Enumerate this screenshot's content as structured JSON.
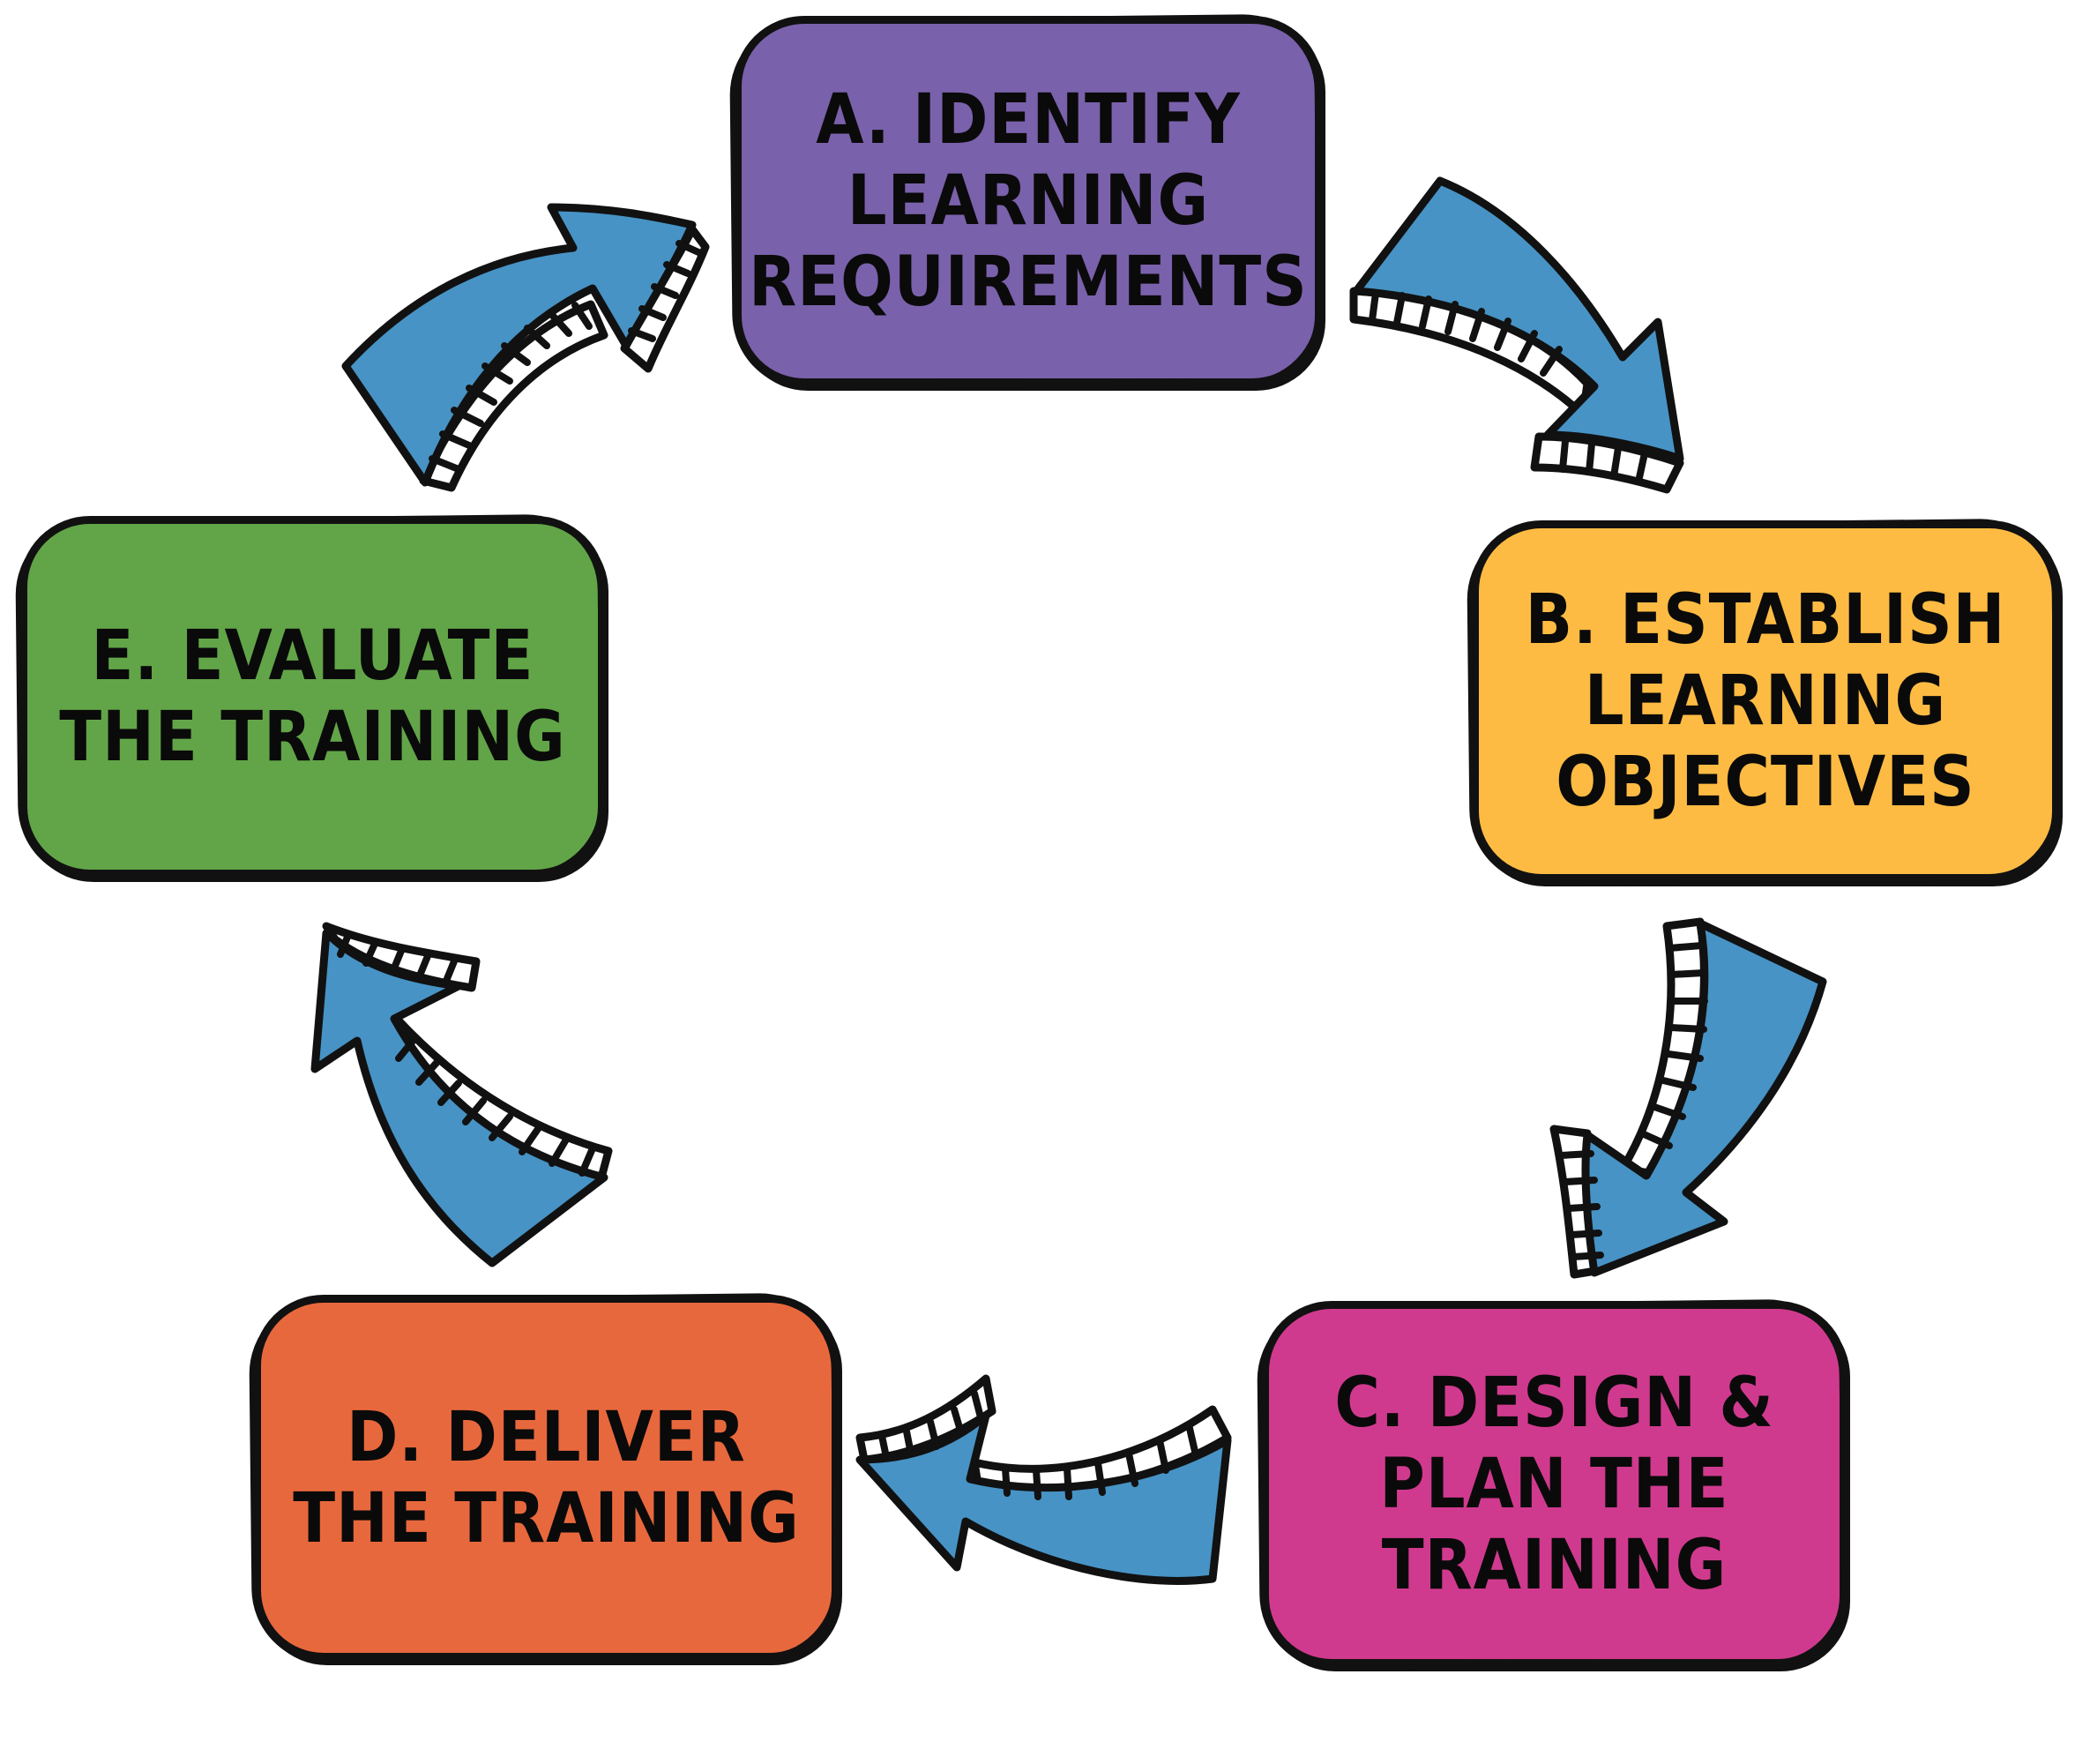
{
  "diagram": {
    "type": "cycle",
    "title": "",
    "steps": [
      {
        "id": "A",
        "label": "A. Identify\nLearning\nRequirements",
        "color": "#7a61ab"
      },
      {
        "id": "B",
        "label": "B. Establish\nLearning\nObjectives",
        "color": "#fdbb43"
      },
      {
        "id": "C",
        "label": "C. Design &\nPlan the\nTraining",
        "color": "#d03a8e"
      },
      {
        "id": "D",
        "label": "D. Deliver\nthe Training",
        "color": "#e8683d"
      },
      {
        "id": "E",
        "label": "E. Evaluate\nthe Training",
        "color": "#62a548"
      }
    ],
    "connectors": [
      {
        "from": "A",
        "to": "B",
        "icon": "curved-arrow-icon"
      },
      {
        "from": "B",
        "to": "C",
        "icon": "curved-arrow-icon"
      },
      {
        "from": "C",
        "to": "D",
        "icon": "curved-arrow-icon"
      },
      {
        "from": "D",
        "to": "E",
        "icon": "curved-arrow-icon"
      },
      {
        "from": "E",
        "to": "A",
        "icon": "curved-arrow-icon"
      }
    ],
    "colors": {
      "arrow_fill": "#4793c5",
      "outline": "#111111",
      "background": "#ffffff"
    }
  }
}
